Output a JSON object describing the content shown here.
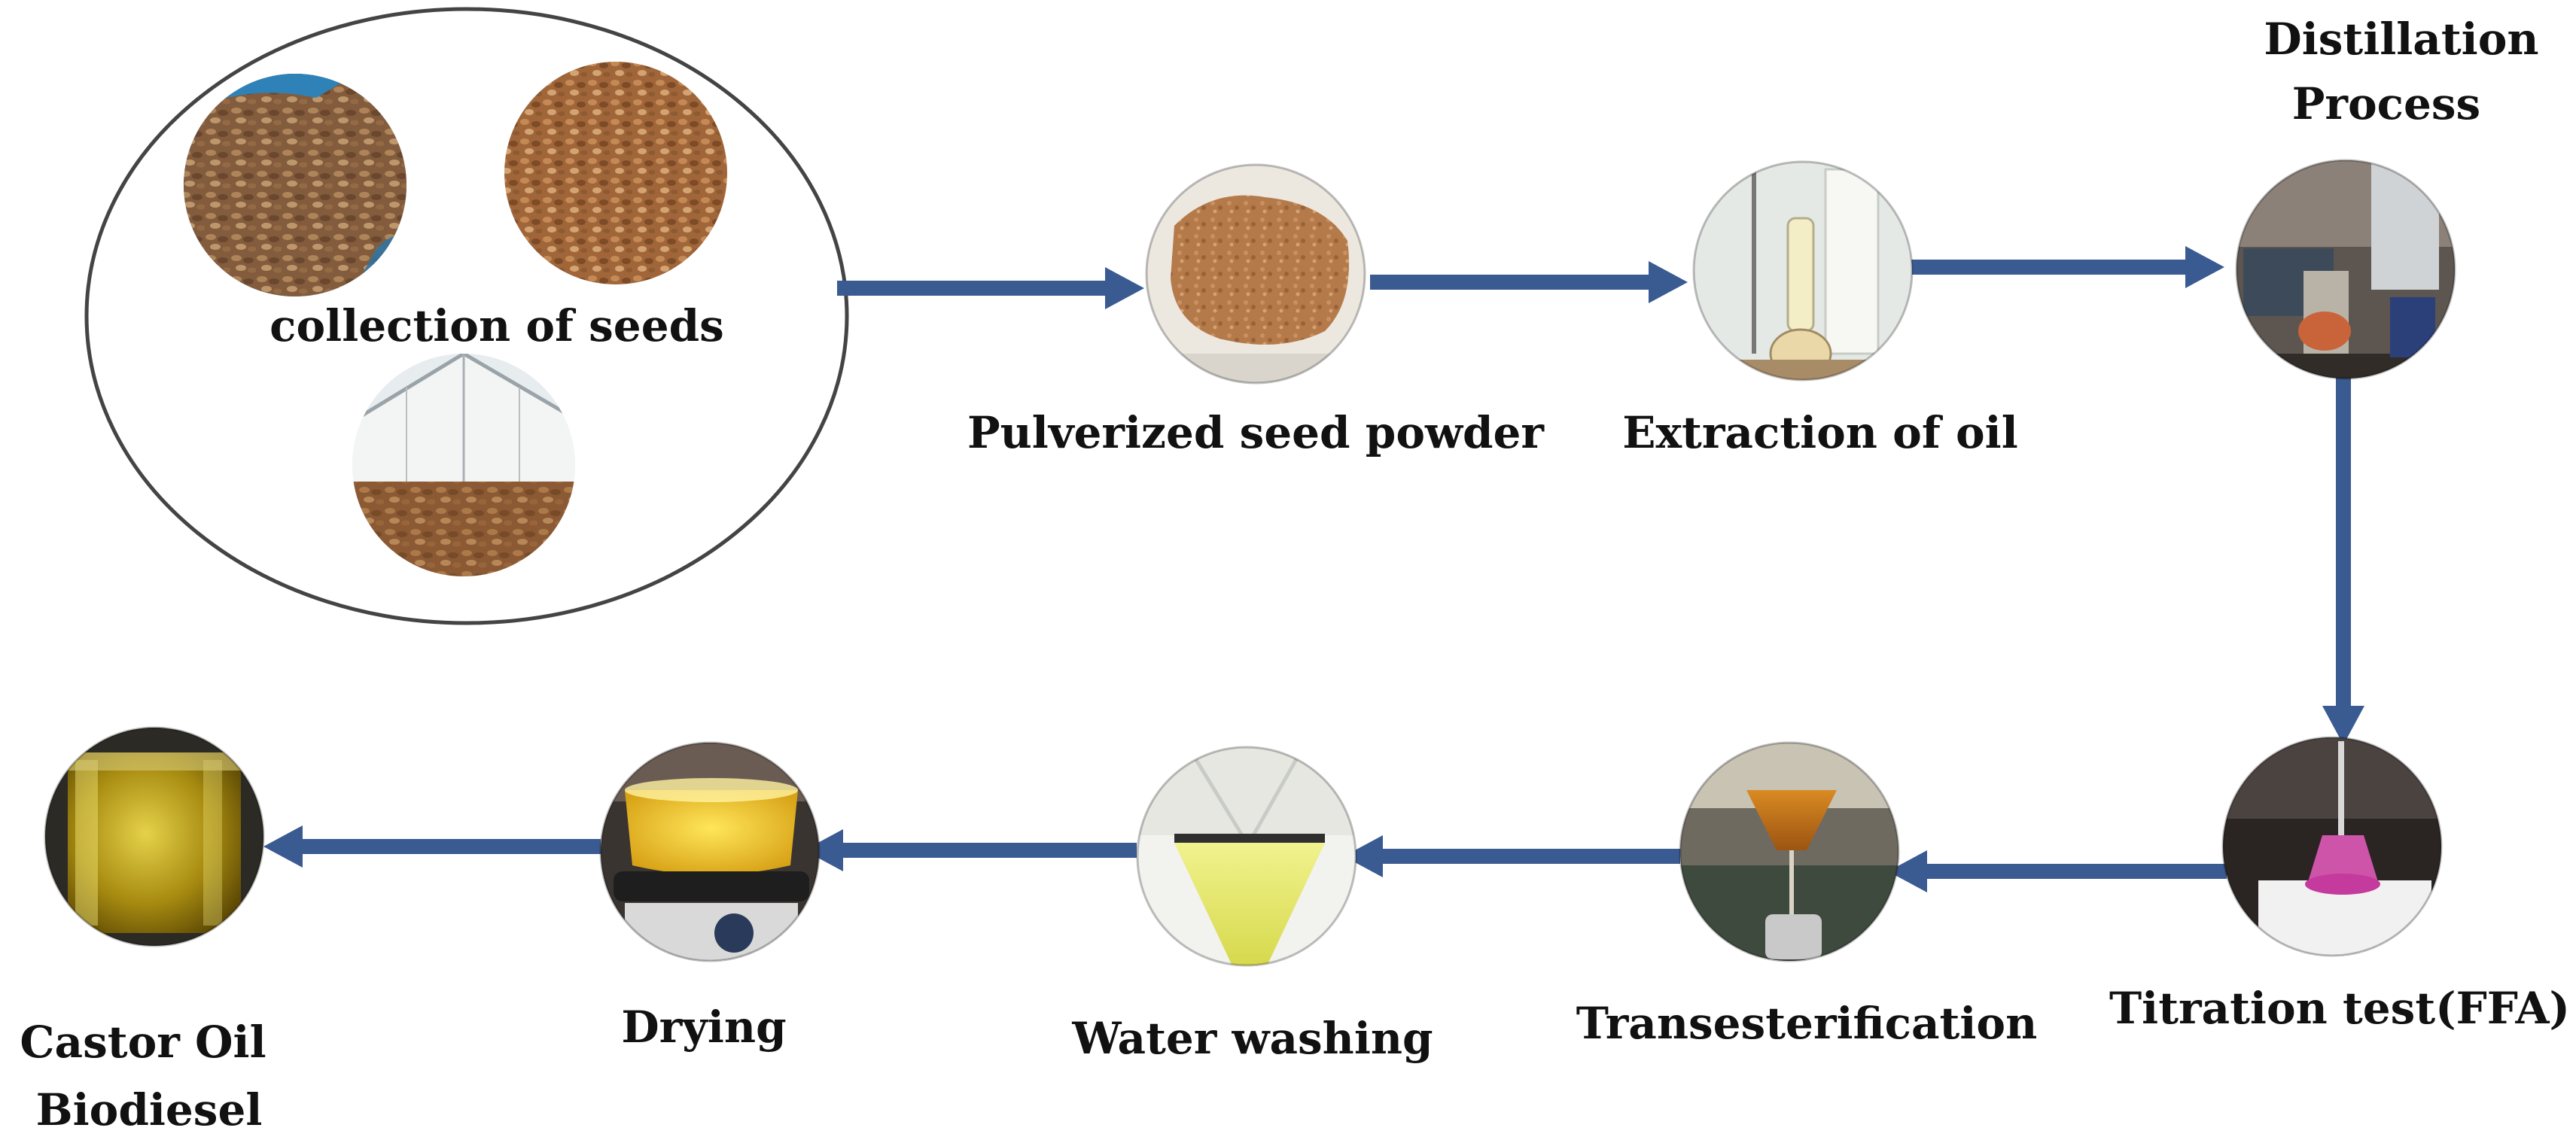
{
  "colors": {
    "arrow": "#3a5a92",
    "label_text": "#111111",
    "ellipse_stroke": "#444444"
  },
  "collection_group": {
    "label": "collection of seeds",
    "photos": [
      "seeds-photo-1",
      "seeds-photo-2",
      "drying-shed-photo"
    ]
  },
  "steps": [
    {
      "id": "pulverized",
      "label": "Pulverized seed powder"
    },
    {
      "id": "extraction",
      "label": "Extraction of oil"
    },
    {
      "id": "distillation",
      "label_lines": [
        "Distillation",
        "Process"
      ]
    },
    {
      "id": "titration",
      "label": "Titration test(FFA)"
    },
    {
      "id": "transesterification",
      "label": "Transesterification"
    },
    {
      "id": "water-washing",
      "label": "Water washing"
    },
    {
      "id": "drying",
      "label": "Drying"
    },
    {
      "id": "biodiesel",
      "label_lines": [
        "Castor Oil",
        "Biodiesel"
      ]
    }
  ]
}
